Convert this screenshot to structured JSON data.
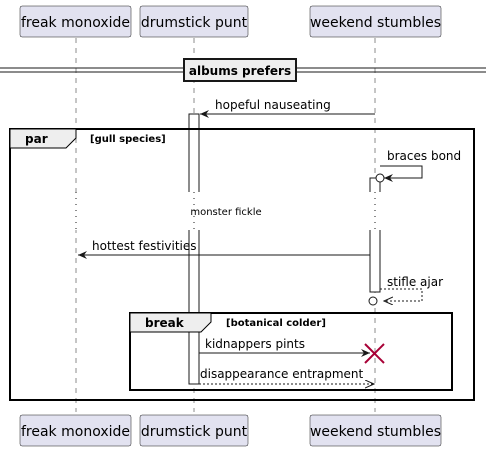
{
  "participants": [
    {
      "label": "freak monoxide"
    },
    {
      "label": "drumstick punt"
    },
    {
      "label": "weekend stumbles"
    }
  ],
  "divider": {
    "label": "albums prefers"
  },
  "messages": {
    "m1": "hopeful nauseating",
    "m2": "braces bond",
    "delay": "monster fickle",
    "m3": "hottest festivities",
    "m4": "stifle ajar",
    "m5": "kidnappers pints",
    "m6": "disappearance entrapment"
  },
  "fragments": {
    "par": {
      "keyword": "par",
      "guard": "[gull species]"
    },
    "break": {
      "keyword": "break",
      "guard": "[botanical colder]"
    }
  },
  "colors": {
    "participant_fill": "#E2E2F0",
    "participant_border": "#181818",
    "destroy": "#A80036",
    "fragment_header": "#EEEEEE"
  }
}
